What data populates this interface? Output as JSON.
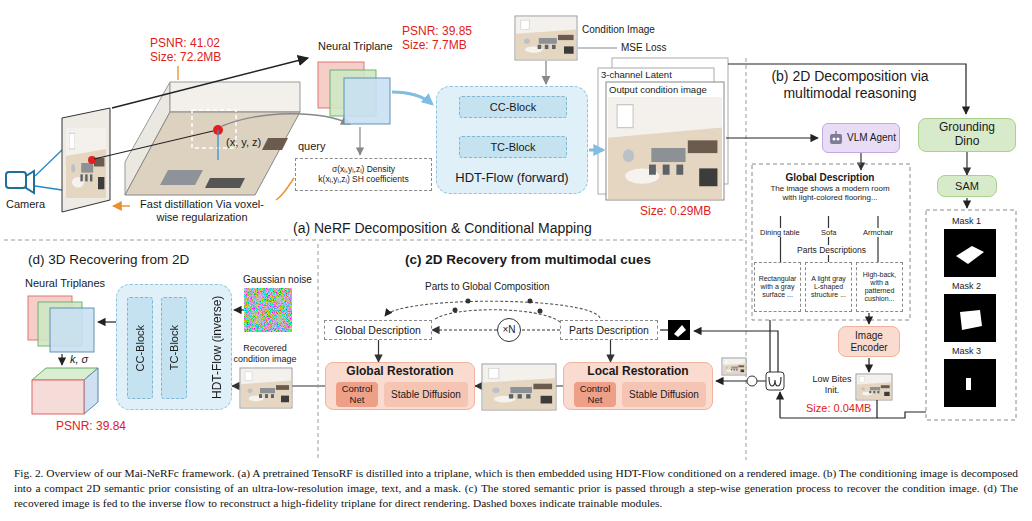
{
  "diagram": {
    "caption": "Fig. 2. Overview of our Mai-NeRFc framework. (a) A pretrained TensoRF is distilled into a triplane, which is then embedded using HDT-Flow conditioned on a rendered image. (b) The conditioning image is decomposed into a compact 2D semantic prior consisting of an ultra-low-resolution image, text, and a mask. (c) The stored semantic prior is passed through a step-wise generation process to recover the condition image. (d) The recovered image is fed to the inverse flow to reconstruct a high-fidelity triplane for direct rendering. Dashed boxes indicate trainable modules.",
    "nodes": [
      {
        "text": [
          "σ(xᵢ,yᵢ,zᵢ) Density",
          "k(xᵢ,yᵢ,zᵢ) SH coefficients"
        ]
      },
      {
        "text": [
          "HDT-Flow (forward)"
        ]
      },
      {
        "text": [
          "CC-Block"
        ],
        "in": 1
      },
      {
        "text": [
          "TC-Block"
        ],
        "in": 1
      },
      {
        "text": [
          "VLM Agent"
        ]
      },
      {
        "text": [
          "Global Description",
          "The image shows a modern room with light-colored flooring..."
        ]
      },
      {
        "text": [
          "Rectangular with a gray surface ..."
        ]
      },
      {
        "text": [
          "A light gray L-shaped structure ..."
        ]
      },
      {
        "text": [
          "High-back, with a patterned cushion..."
        ]
      },
      {
        "text": [
          "Grounding Dino"
        ]
      },
      {
        "text": [
          "SAM"
        ]
      },
      {
        "text": [
          "Image Encoder"
        ]
      },
      {
        "text": [
          "Global Description"
        ]
      },
      {
        "text": [
          "Parts Description"
        ]
      },
      {
        "text": [
          "×N"
        ]
      },
      {
        "text": [
          "Global Restoration"
        ]
      },
      {
        "text": [
          "Control Net"
        ],
        "in": 15
      },
      {
        "text": [
          "Stable Diffusion"
        ],
        "in": 15
      },
      {
        "text": [
          "Local Restoration"
        ]
      },
      {
        "text": [
          "Control Net"
        ],
        "in": 18
      },
      {
        "text": [
          "Stable Diffusion"
        ],
        "in": 18
      },
      {
        "text": [
          "HDT-Flow (inverse)"
        ]
      },
      {
        "text": [
          "CC-Block"
        ],
        "in": 21
      },
      {
        "text": [
          "TC-Block"
        ],
        "in": 21
      }
    ],
    "edges": [
      {
        "from": 2,
        "to": 3,
        "arrow": "to"
      },
      {
        "from": 4,
        "to": 5,
        "arrow": "to"
      },
      {
        "from": 5,
        "to": 6,
        "arrow": "none"
      },
      {
        "from": 5,
        "to": 7,
        "arrow": "none"
      },
      {
        "from": 5,
        "to": 8,
        "arrow": "none"
      },
      {
        "from": 9,
        "to": 10,
        "arrow": "to"
      },
      {
        "from": 13,
        "to": 14,
        "arrow": "none"
      },
      {
        "from": 14,
        "to": 12,
        "arrow": "to"
      },
      {
        "from": 12,
        "to": 15,
        "arrow": "to"
      },
      {
        "from": 13,
        "to": 18,
        "arrow": "to"
      },
      {
        "from": 18,
        "to": 15,
        "arrow": "to"
      },
      {
        "from": 15,
        "to": 21,
        "arrow": "to"
      },
      {
        "from": 23,
        "to": 22,
        "arrow": "to"
      }
    ],
    "labels": [
      "PSNR: 41.02",
      "Size: 72.2MB",
      "Neural Triplane",
      "PSNR: 39.85",
      "Size: 7.7MB",
      "Condition Image",
      "MSE Loss",
      "(x, y, z)",
      "query",
      "3-channel Latent",
      "Output condition image",
      "(b) 2D Decomposition via multimodal reasoning",
      "Camera",
      "Size: 0.29MB",
      "Fast distillation Via voxel-wise regularization",
      "(a) NeRF Decomposition & Conditional Mapping",
      "Dining table",
      "Sofa",
      "Armchair",
      "Parts Descriptions",
      "Mask 1",
      "Mask 2",
      "Mask 3",
      "(d) 3D Recovering from 2D",
      "(c) 2D Recovery from multimodal cues",
      "Neural Triplanes",
      "Gaussian noise",
      "Parts to Global Composition",
      "Recovered condition image",
      "Low Bites Init.",
      "Size: 0.04MB",
      "k, σ",
      "PSNR: 39.84"
    ]
  }
}
